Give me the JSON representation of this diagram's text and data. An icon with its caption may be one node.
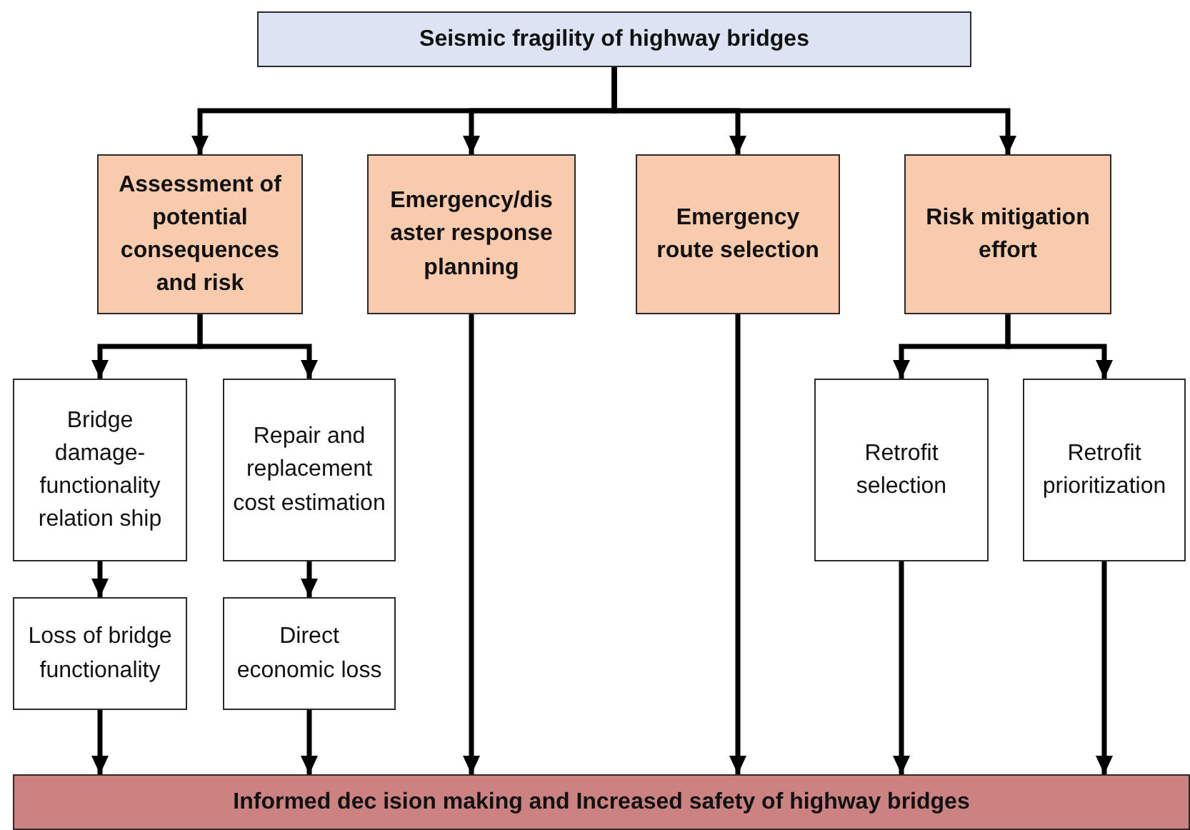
{
  "diagram": {
    "nodes": [
      {
        "text": [
          "Seismic fragility of highway bridges"
        ]
      },
      {
        "text": [
          "Assessment of potential consequences and risk"
        ]
      },
      {
        "text": [
          "Emergency/dis aster response planning"
        ]
      },
      {
        "text": [
          "Emergency route selection"
        ]
      },
      {
        "text": [
          "Risk mitigation effort"
        ]
      },
      {
        "text": [
          "Bridge damage-functionality relation ship"
        ]
      },
      {
        "text": [
          "Repair and replacement cost estimation"
        ]
      },
      {
        "text": [
          "Retrofit selection"
        ]
      },
      {
        "text": [
          "Retrofit prioritization"
        ]
      },
      {
        "text": [
          "Loss of bridge functionality"
        ]
      },
      {
        "text": [
          "Direct economic loss"
        ]
      },
      {
        "text": [
          "Informed dec ision making and Increased safety of highway bridges"
        ]
      }
    ],
    "edges": [
      {
        "from": 0,
        "to": 1,
        "arrow": "to"
      },
      {
        "from": 0,
        "to": 2,
        "arrow": "to"
      },
      {
        "from": 0,
        "to": 3,
        "arrow": "to"
      },
      {
        "from": 0,
        "to": 4,
        "arrow": "to"
      },
      {
        "from": 1,
        "to": 5,
        "arrow": "to"
      },
      {
        "from": 1,
        "to": 6,
        "arrow": "to"
      },
      {
        "from": 4,
        "to": 7,
        "arrow": "to"
      },
      {
        "from": 4,
        "to": 8,
        "arrow": "to"
      },
      {
        "from": 5,
        "to": 9,
        "arrow": "to"
      },
      {
        "from": 6,
        "to": 10,
        "arrow": "to"
      },
      {
        "from": 9,
        "to": 11,
        "arrow": "to"
      },
      {
        "from": 10,
        "to": 11,
        "arrow": "to"
      },
      {
        "from": 2,
        "to": 11,
        "arrow": "to"
      },
      {
        "from": 3,
        "to": 11,
        "arrow": "to"
      },
      {
        "from": 7,
        "to": 11,
        "arrow": "to"
      },
      {
        "from": 8,
        "to": 11,
        "arrow": "to"
      }
    ]
  }
}
